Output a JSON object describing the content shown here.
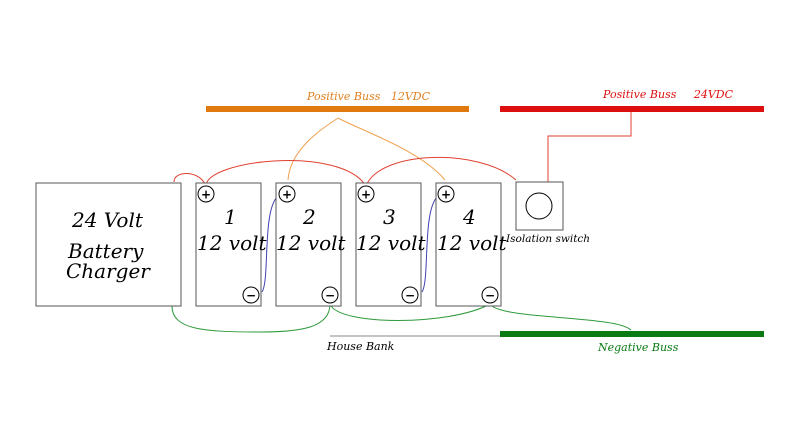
{
  "labels": {
    "positive_buss_12": "Positive Buss   12VDC",
    "positive_buss_24": "Positive Buss     24VDC",
    "negative_buss": "Negative Buss",
    "house_bank": "House Bank",
    "isolation_switch": "Isolation switch",
    "charger_line1": "24 Volt",
    "charger_line2": "Battery",
    "charger_line3": "Charger"
  },
  "batteries": [
    {
      "number": "1",
      "voltage": "12 volt",
      "pos": "+",
      "neg": "−"
    },
    {
      "number": "2",
      "voltage": "12 volt",
      "pos": "+",
      "neg": "−"
    },
    {
      "number": "3",
      "voltage": "12 volt",
      "pos": "+",
      "neg": "−"
    },
    {
      "number": "4",
      "voltage": "12 volt",
      "pos": "+",
      "neg": "−"
    }
  ],
  "colors": {
    "positive_12": "#e07a10",
    "positive_24": "#dd1010",
    "negative": "#0a7a12",
    "wire_red": "#e04030",
    "wire_orange": "#f0a050",
    "wire_green": "#2e9a3a",
    "wire_blue": "#4040b0",
    "label_orange": "#e08020",
    "label_red": "#dd1010",
    "label_green": "#0a7a12"
  }
}
